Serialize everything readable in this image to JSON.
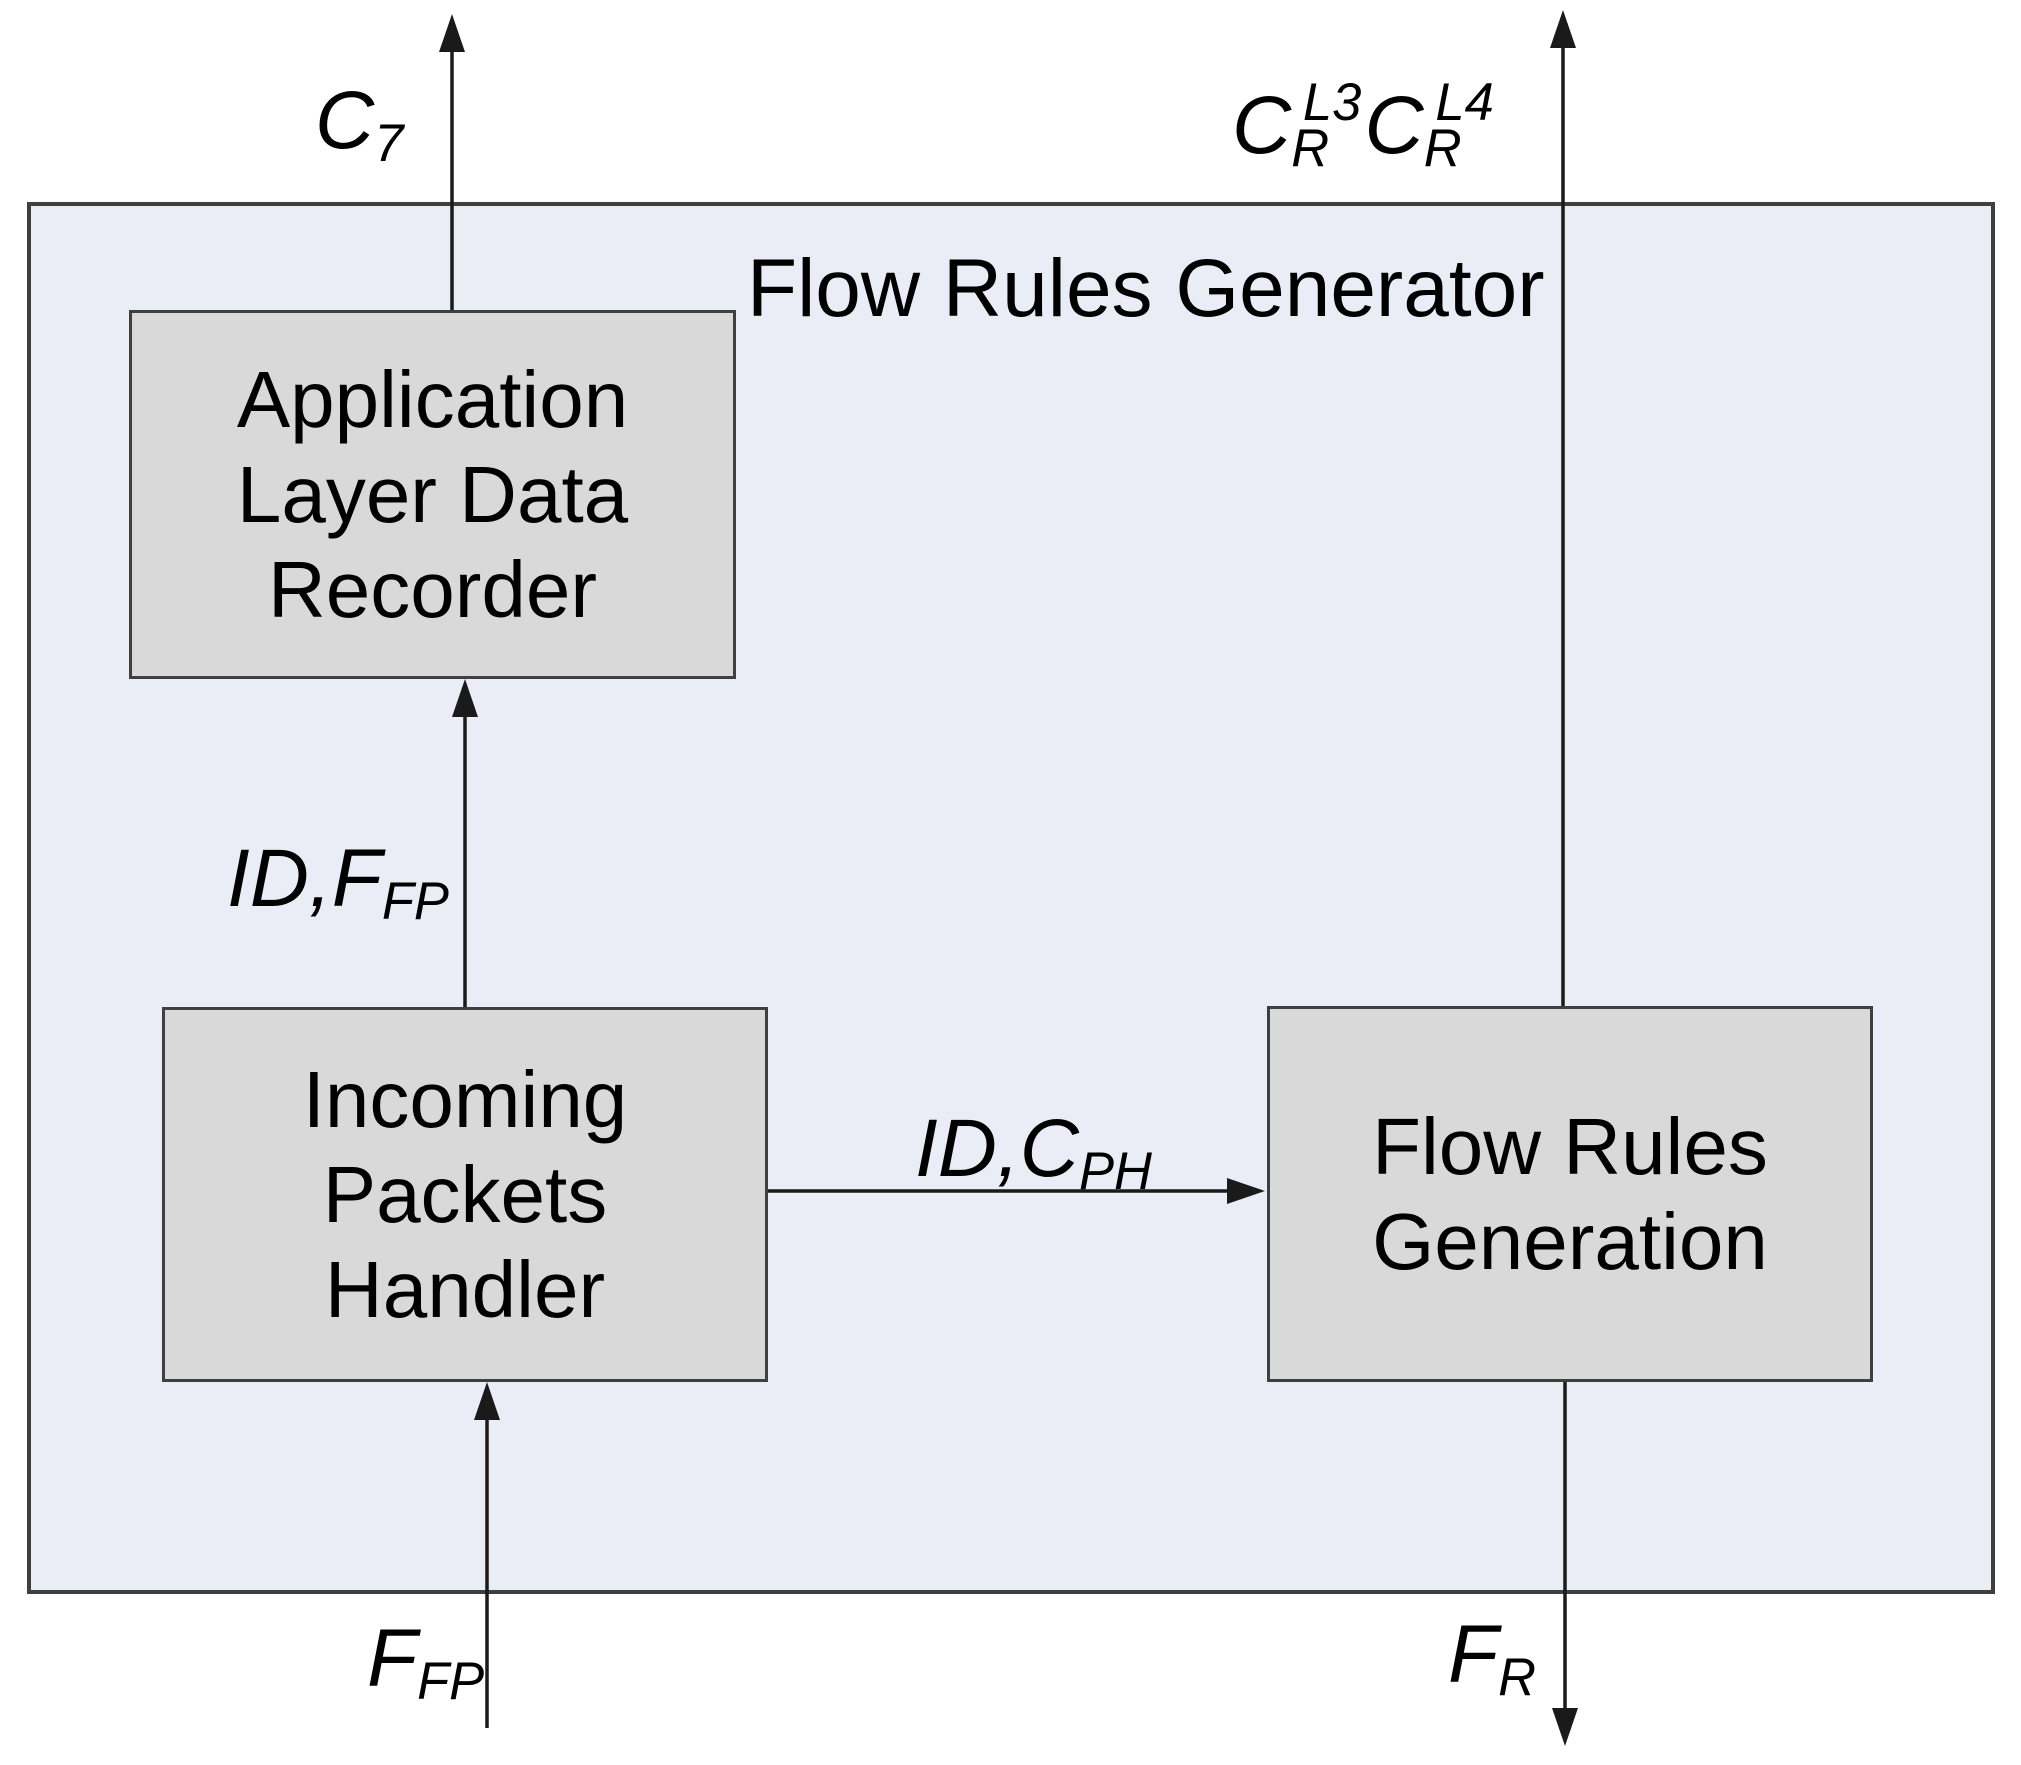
{
  "diagram": {
    "title": "Flow Rules Generator",
    "blocks": [
      {
        "id": "aldr",
        "label_lines": [
          "Application",
          "Layer Data",
          "Recorder"
        ]
      },
      {
        "id": "iph",
        "label_lines": [
          "Incoming",
          "Packets",
          "Handler"
        ]
      },
      {
        "id": "frg",
        "label_lines": [
          "Flow Rules",
          "Generation"
        ]
      }
    ],
    "labels": {
      "c7": {
        "base": "C",
        "sub": "7"
      },
      "cr_l3": {
        "base": "C",
        "sub": "R",
        "sup": "L3"
      },
      "cr_l4": {
        "base": "C",
        "sub": "R",
        "sup": "L4"
      },
      "id_ffp": {
        "base": "ID,F",
        "sub": "FP"
      },
      "id_cph": {
        "base": "ID,C",
        "sub": "PH"
      },
      "ffp": {
        "base": "F",
        "sub": "FP"
      },
      "fr": {
        "base": "F",
        "sub": "R"
      }
    },
    "arrows": [
      {
        "name": "arrow-c7",
        "from": "Application Layer Data Recorder",
        "to": "out-top-left",
        "direction": "up"
      },
      {
        "name": "arrow-cr",
        "from": "Flow Rules Generation",
        "to": "out-top-right",
        "direction": "up"
      },
      {
        "name": "arrow-id-ffp",
        "from": "Incoming Packets Handler",
        "to": "Application Layer Data Recorder",
        "direction": "up"
      },
      {
        "name": "arrow-id-cph",
        "from": "Incoming Packets Handler",
        "to": "Flow Rules Generation",
        "direction": "right"
      },
      {
        "name": "arrow-ffp",
        "from": "in-bottom-left",
        "to": "Incoming Packets Handler",
        "direction": "up"
      },
      {
        "name": "arrow-fr",
        "from": "Flow Rules Generation",
        "to": "out-bottom-right",
        "direction": "down"
      }
    ],
    "colors": {
      "container_fill": "#EAEDF5",
      "container_border": "#3F3F3F",
      "block_fill": "#D9D9D9",
      "block_border": "#3F3F3F",
      "arrow": "#1A1A1A",
      "text": "#000000",
      "page_background": "#FFFFFF"
    }
  }
}
